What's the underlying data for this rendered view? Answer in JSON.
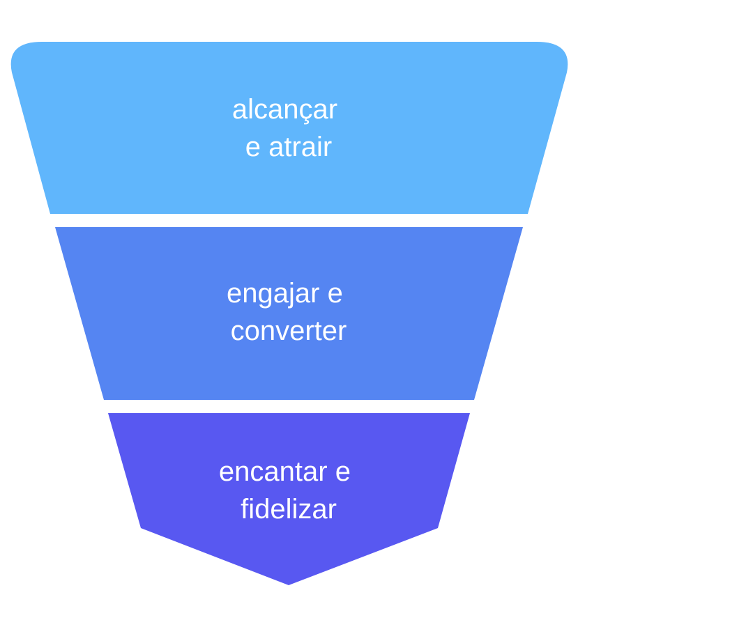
{
  "funnel": {
    "stages": [
      {
        "lines": [
          "alcançar",
          "e atrair"
        ],
        "color": "#60b6fc"
      },
      {
        "lines": [
          "engajar e",
          "converter"
        ],
        "color": "#5585f2"
      },
      {
        "lines": [
          "encantar e",
          "fidelizar"
        ],
        "color": "#5858f1"
      }
    ]
  }
}
